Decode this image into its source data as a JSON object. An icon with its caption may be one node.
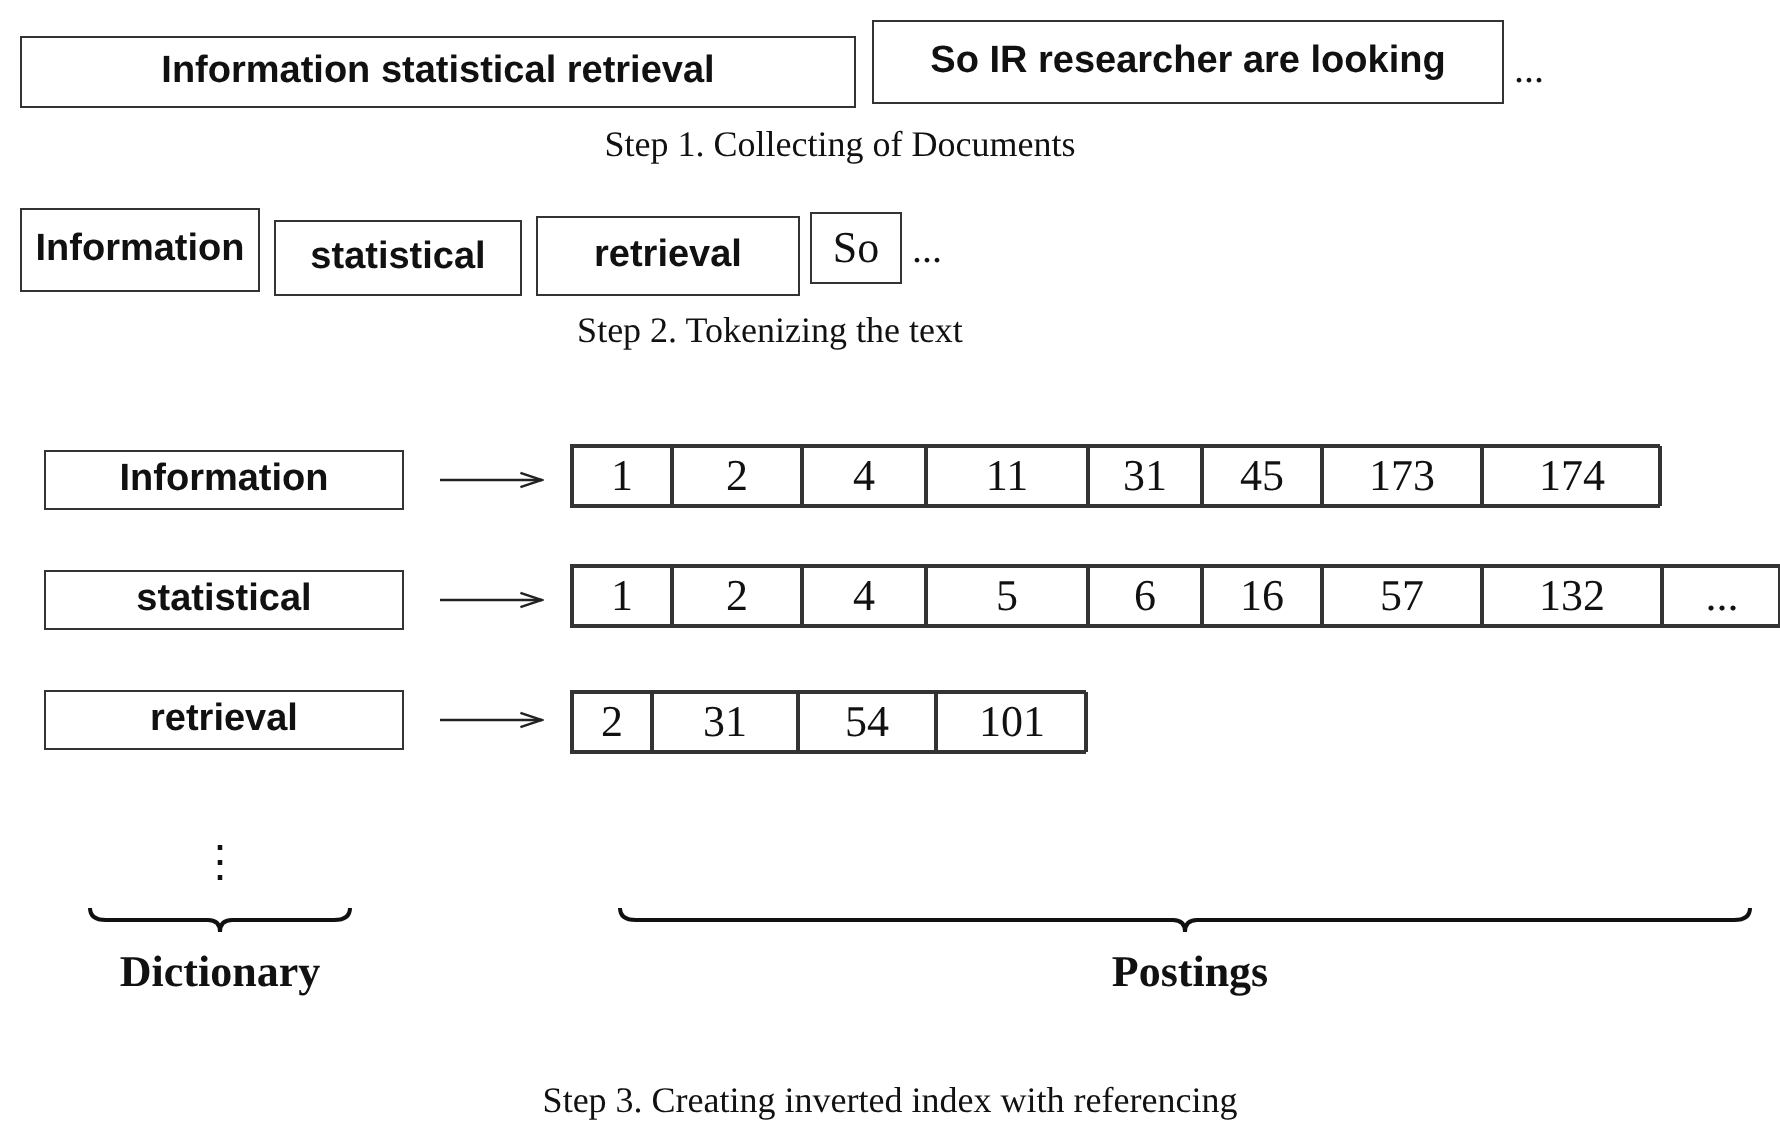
{
  "diagram": {
    "nodes": [
      {
        "text": [
          "Information statistical retrieval"
        ]
      },
      {
        "text": [
          "So IR researcher are looking"
        ]
      },
      {
        "text": [
          "Information"
        ]
      },
      {
        "text": [
          "statistical"
        ]
      },
      {
        "text": [
          "retrieval"
        ]
      },
      {
        "text": [
          "So"
        ]
      },
      {
        "text": [
          "Information"
        ]
      },
      {
        "text": [],
        "shape": "box"
      },
      {
        "text": [
          "1"
        ],
        "in": 7
      },
      {
        "text": [
          "2"
        ],
        "in": 7
      },
      {
        "text": [
          "4"
        ],
        "in": 7
      },
      {
        "text": [
          "11"
        ],
        "in": 7
      },
      {
        "text": [
          "31"
        ],
        "in": 7
      },
      {
        "text": [
          "45"
        ],
        "in": 7
      },
      {
        "text": [
          "173"
        ],
        "in": 7
      },
      {
        "text": [
          "174"
        ],
        "in": 7
      },
      {
        "text": [
          "statistical"
        ]
      },
      {
        "text": [],
        "shape": "box"
      },
      {
        "text": [
          "1"
        ],
        "in": 17
      },
      {
        "text": [
          "2"
        ],
        "in": 17
      },
      {
        "text": [
          "4"
        ],
        "in": 17
      },
      {
        "text": [
          "5"
        ],
        "in": 17
      },
      {
        "text": [
          "6"
        ],
        "in": 17
      },
      {
        "text": [
          "16"
        ],
        "in": 17
      },
      {
        "text": [
          "57"
        ],
        "in": 17
      },
      {
        "text": [
          "132"
        ],
        "in": 17
      },
      {
        "text": [
          "..."
        ],
        "in": 17
      },
      {
        "text": [
          "retrieval"
        ]
      },
      {
        "text": [],
        "shape": "box"
      },
      {
        "text": [
          "2"
        ],
        "in": 28
      },
      {
        "text": [
          "31"
        ],
        "in": 28
      },
      {
        "text": [
          "54"
        ],
        "in": 28
      },
      {
        "text": [
          "101"
        ],
        "in": 28
      }
    ],
    "edges": [
      {
        "from": 6,
        "to": 7,
        "arrow": "to"
      },
      {
        "from": 16,
        "to": 17,
        "arrow": "to"
      },
      {
        "from": 27,
        "to": 28,
        "arrow": "to"
      }
    ],
    "labels": [
      "...",
      "Step 1. Collecting of Documents",
      "...",
      "Step 2. Tokenizing the text",
      "⋮",
      "Dictionary",
      "Postings",
      "Step 3. Creating inverted index with referencing"
    ]
  }
}
